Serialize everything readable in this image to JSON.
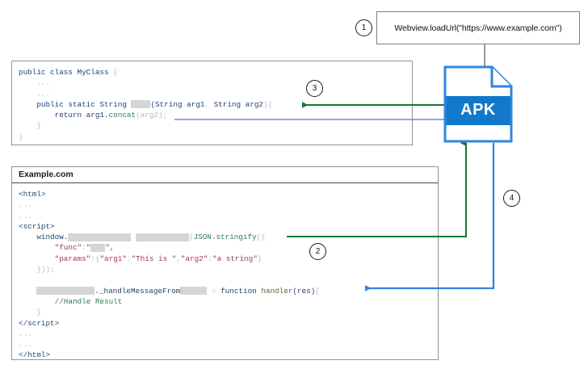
{
  "diagram": {
    "title": "Webview JavaScript bridge message flow",
    "colors": {
      "apk_blue": "#1279ca",
      "arrow_green": "#16773b",
      "arrow_blue": "#2f85e0",
      "line_grey": "#808080",
      "panel_border": "#939393",
      "redaction_grey": "#d5d5d5"
    }
  },
  "step1": {
    "number": "1",
    "text": "Webview.loadUrl(\"https://www.example.com\")"
  },
  "step2": {
    "number": "2"
  },
  "step3": {
    "number": "3"
  },
  "step4": {
    "number": "4"
  },
  "apk": {
    "label": "APK",
    "icon_name": "apk-file-icon"
  },
  "java_panel": {
    "name": "java-source-panel",
    "lines": [
      {
        "id": "j0",
        "segments": [
          {
            "text": "public class MyClass ",
            "cls": "tok-kw"
          },
          {
            "text": "{",
            "cls": "tok-punct"
          }
        ]
      },
      {
        "id": "j1",
        "segments": [
          {
            "text": "    ...",
            "cls": "tok-dim"
          }
        ]
      },
      {
        "id": "j2",
        "segments": [
          {
            "text": "    ...",
            "cls": "tok-dim"
          }
        ]
      },
      {
        "id": "j3",
        "segments": [
          {
            "text": "    public static String ",
            "cls": "tok-kw"
          },
          {
            "redact": 24
          },
          {
            "text": "(String arg1",
            "cls": "tok-kw"
          },
          {
            "text": ", ",
            "cls": "tok-punct"
          },
          {
            "text": "String arg2",
            "cls": "tok-kw"
          },
          {
            "text": "){",
            "cls": "tok-punct"
          }
        ]
      },
      {
        "id": "j4",
        "segments": [
          {
            "text": "        return arg1.",
            "cls": "tok-kw"
          },
          {
            "text": "concat",
            "cls": "tok-meth"
          },
          {
            "text": "(arg2);",
            "cls": "tok-dim"
          }
        ]
      },
      {
        "id": "j5",
        "segments": [
          {
            "text": "    }",
            "cls": "tok-dim"
          }
        ]
      },
      {
        "id": "j6",
        "segments": [
          {
            "text": "}",
            "cls": "tok-dim"
          }
        ]
      }
    ]
  },
  "web_panel": {
    "name": "webpage-source-panel",
    "title": "Example.com",
    "lines": [
      {
        "id": "w0",
        "segments": [
          {
            "text": "<html>",
            "cls": "tok-tag"
          }
        ]
      },
      {
        "id": "w1",
        "segments": [
          {
            "text": "...",
            "cls": "tok-dim"
          }
        ]
      },
      {
        "id": "w2",
        "segments": [
          {
            "text": "...",
            "cls": "tok-dim"
          }
        ]
      },
      {
        "id": "w3",
        "segments": [
          {
            "text": "<script>",
            "cls": "tok-tag"
          }
        ]
      },
      {
        "id": "w4",
        "segments": [
          {
            "text": "    window.",
            "cls": "tok-kw"
          },
          {
            "redact": 78
          },
          {
            "text": " ",
            "cls": "tok-plain"
          },
          {
            "redact": 66
          },
          {
            "text": "(",
            "cls": "tok-dim"
          },
          {
            "text": "JSON.stringify",
            "cls": "tok-meth"
          },
          {
            "text": "({",
            "cls": "tok-dim"
          }
        ]
      },
      {
        "id": "w5",
        "segments": [
          {
            "text": "        ",
            "cls": "tok-plain"
          },
          {
            "text": "\"func\"",
            "cls": "tok-str"
          },
          {
            "text": ":",
            "cls": "tok-dim"
          },
          {
            "text": "\"",
            "cls": "tok-str"
          },
          {
            "redact": 18
          },
          {
            "text": "\",",
            "cls": "tok-str"
          }
        ]
      },
      {
        "id": "w6",
        "segments": [
          {
            "text": "        ",
            "cls": "tok-plain"
          },
          {
            "text": "\"params\"",
            "cls": "tok-str"
          },
          {
            "text": ":{",
            "cls": "tok-dim"
          },
          {
            "text": "\"arg1\"",
            "cls": "tok-str"
          },
          {
            "text": ":",
            "cls": "tok-dim"
          },
          {
            "text": "\"This is \"",
            "cls": "tok-str"
          },
          {
            "text": ",",
            "cls": "tok-dim"
          },
          {
            "text": "\"arg2\"",
            "cls": "tok-str"
          },
          {
            "text": ":",
            "cls": "tok-dim"
          },
          {
            "text": "\"a string\"",
            "cls": "tok-str"
          },
          {
            "text": "}",
            "cls": "tok-dim"
          }
        ]
      },
      {
        "id": "w7",
        "segments": [
          {
            "text": "    }));",
            "cls": "tok-dim"
          }
        ]
      },
      {
        "id": "w8",
        "segments": [
          {
            "text": " ",
            "cls": "tok-plain"
          }
        ]
      },
      {
        "id": "w9",
        "segments": [
          {
            "text": "    ",
            "cls": "tok-plain"
          },
          {
            "redact": 72
          },
          {
            "text": "._handleMessageFrom",
            "cls": "tok-kw"
          },
          {
            "redact": 33
          },
          {
            "text": " = ",
            "cls": "tok-dim"
          },
          {
            "text": "function ",
            "cls": "tok-blue"
          },
          {
            "text": "handler",
            "cls": "tok-id"
          },
          {
            "text": "(res)",
            "cls": "tok-kw"
          },
          {
            "text": "{",
            "cls": "tok-dim"
          }
        ]
      },
      {
        "id": "w10",
        "segments": [
          {
            "text": "        ",
            "cls": "tok-plain"
          },
          {
            "text": "//Handle Result",
            "cls": "tok-green"
          }
        ]
      },
      {
        "id": "w11",
        "segments": [
          {
            "text": "    }",
            "cls": "tok-dim"
          }
        ]
      },
      {
        "id": "w12",
        "segments": [
          {
            "text": "</script>",
            "cls": "tok-tag"
          }
        ]
      },
      {
        "id": "w13",
        "segments": [
          {
            "text": "...",
            "cls": "tok-dim"
          }
        ]
      },
      {
        "id": "w14",
        "segments": [
          {
            "text": "...",
            "cls": "tok-dim"
          }
        ]
      },
      {
        "id": "w15",
        "segments": [
          {
            "text": "</html>",
            "cls": "tok-tag"
          }
        ]
      }
    ]
  },
  "connectors": [
    {
      "name": "connector-loadurl",
      "color": "#808080",
      "arrow": "none"
    },
    {
      "name": "connector-native-return",
      "color": "#16773b",
      "arrow": "left"
    },
    {
      "name": "connector-bridge-call",
      "color": "#6a8fd6",
      "arrow": "right"
    },
    {
      "name": "connector-js-to-apk",
      "color": "#16773b",
      "arrow": "up"
    },
    {
      "name": "connector-apk-to-js",
      "color": "#2f85e0",
      "arrow": "left"
    }
  ]
}
